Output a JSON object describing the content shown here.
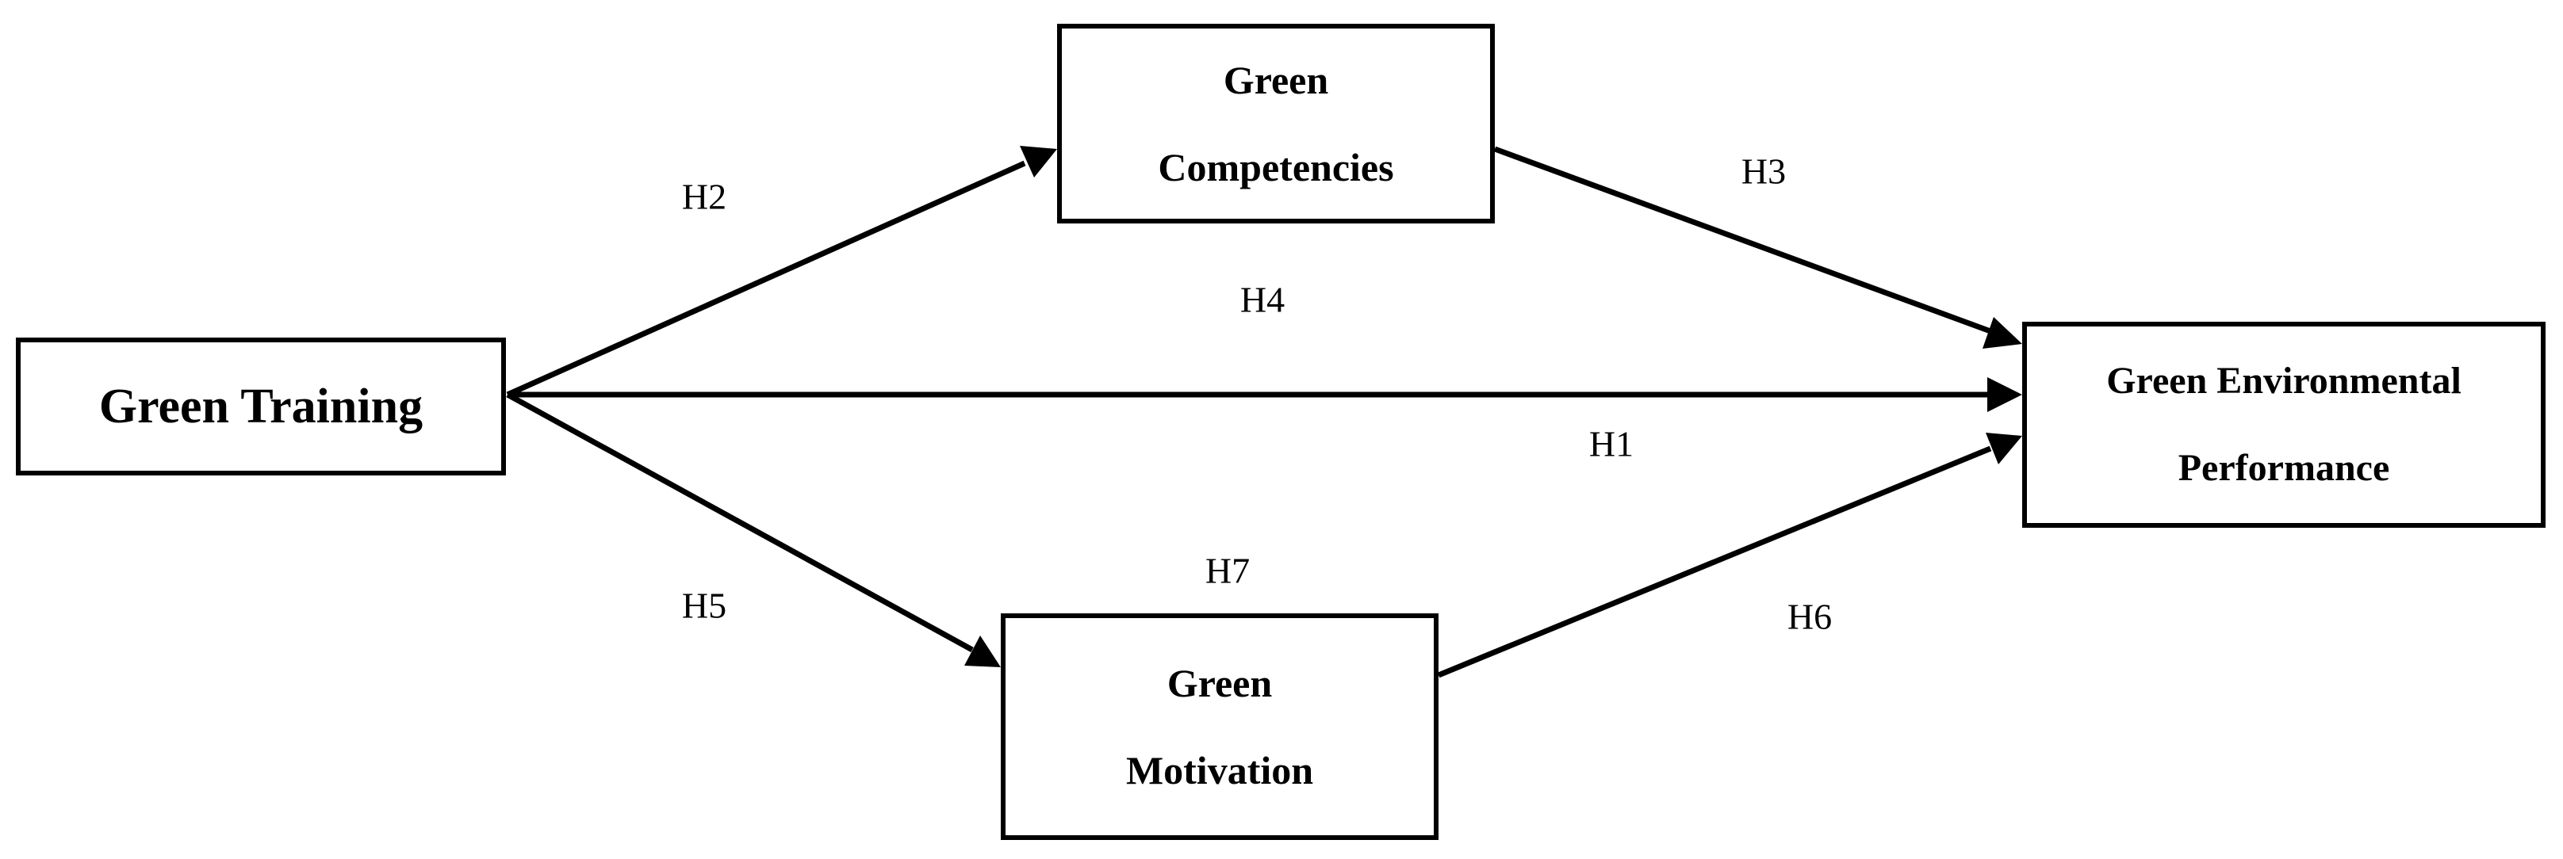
{
  "nodes": {
    "training": {
      "lines": [
        "Green Training"
      ]
    },
    "competencies": {
      "lines": [
        "Green",
        "Competencies"
      ]
    },
    "motivation": {
      "lines": [
        "Green",
        "Motivation"
      ]
    },
    "performance": {
      "lines": [
        "Green Environmental",
        "Performance"
      ]
    }
  },
  "hypotheses": {
    "h1": "H1",
    "h2": "H2",
    "h3": "H3",
    "h4": "H4",
    "h5": "H5",
    "h6": "H6",
    "h7": "H7"
  },
  "colors": {
    "stroke": "#000000",
    "background": "#ffffff"
  }
}
